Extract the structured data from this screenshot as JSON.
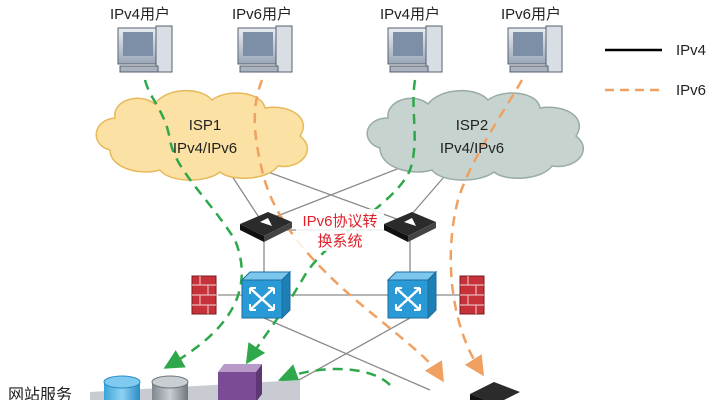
{
  "users": [
    {
      "label": "IPv4用户",
      "kind": "ipv4"
    },
    {
      "label": "IPv6用户",
      "kind": "ipv6"
    },
    {
      "label": "IPv4用户",
      "kind": "ipv4"
    },
    {
      "label": "IPv6用户",
      "kind": "ipv6"
    }
  ],
  "isp1": {
    "name": "ISP1",
    "sub": "IPv4/IPv6",
    "color": "#fbe1a3"
  },
  "isp2": {
    "name": "ISP2",
    "sub": "IPv4/IPv6",
    "color": "#c7d3cf"
  },
  "translator": {
    "line1": "IPv6协议转",
    "line2": "换系统",
    "color": "#e0202a"
  },
  "server_label": "网站服务",
  "legend": [
    {
      "label": "IPv4",
      "style": "solid",
      "color": "#000000"
    },
    {
      "label": "IPv6",
      "style": "dashed",
      "color": "#f0a060"
    }
  ],
  "colors": {
    "ipv4_path": "#2ea84a",
    "ipv6_path": "#f0a060",
    "link": "#8a8a8a",
    "switch": "#2a9ad6"
  }
}
